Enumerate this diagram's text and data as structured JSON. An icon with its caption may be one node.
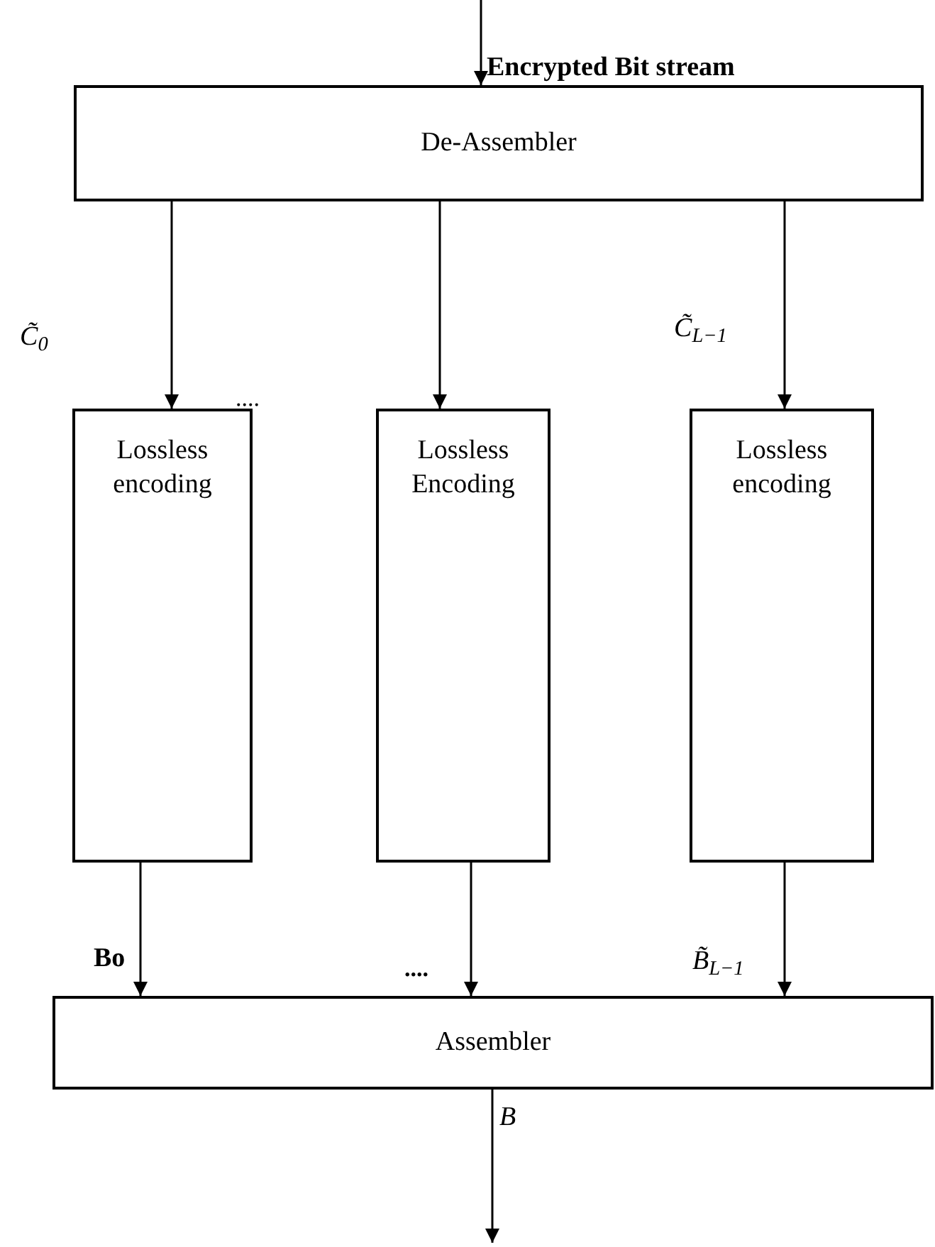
{
  "diagram": {
    "nodes": [
      {
        "text": [
          "De-Assembler"
        ]
      },
      {
        "text": [
          "Lossless encoding"
        ]
      },
      {
        "text": [
          "Lossless Encoding"
        ]
      },
      {
        "text": [
          "Lossless encoding"
        ]
      },
      {
        "text": [
          "Assembler"
        ]
      }
    ],
    "edges": [
      {
        "from": null,
        "to": 0,
        "arrow": "to",
        "label": "Encrypted Bit stream"
      },
      {
        "from": 0,
        "to": 1,
        "arrow": "to",
        "label": "C̃$_{0}$"
      },
      {
        "from": 0,
        "to": 2,
        "arrow": "to"
      },
      {
        "from": 0,
        "to": 3,
        "arrow": "to",
        "label": "C̃$_{L−1}$"
      },
      {
        "from": 1,
        "to": 4,
        "arrow": "to",
        "label": "Bo"
      },
      {
        "from": 2,
        "to": 4,
        "arrow": "to"
      },
      {
        "from": 3,
        "to": 4,
        "arrow": "to",
        "label": "B̃$_{L−1}$"
      },
      {
        "from": 4,
        "to": null,
        "arrow": "to",
        "label": "B"
      }
    ],
    "labels": [
      "....",
      "...."
    ]
  }
}
